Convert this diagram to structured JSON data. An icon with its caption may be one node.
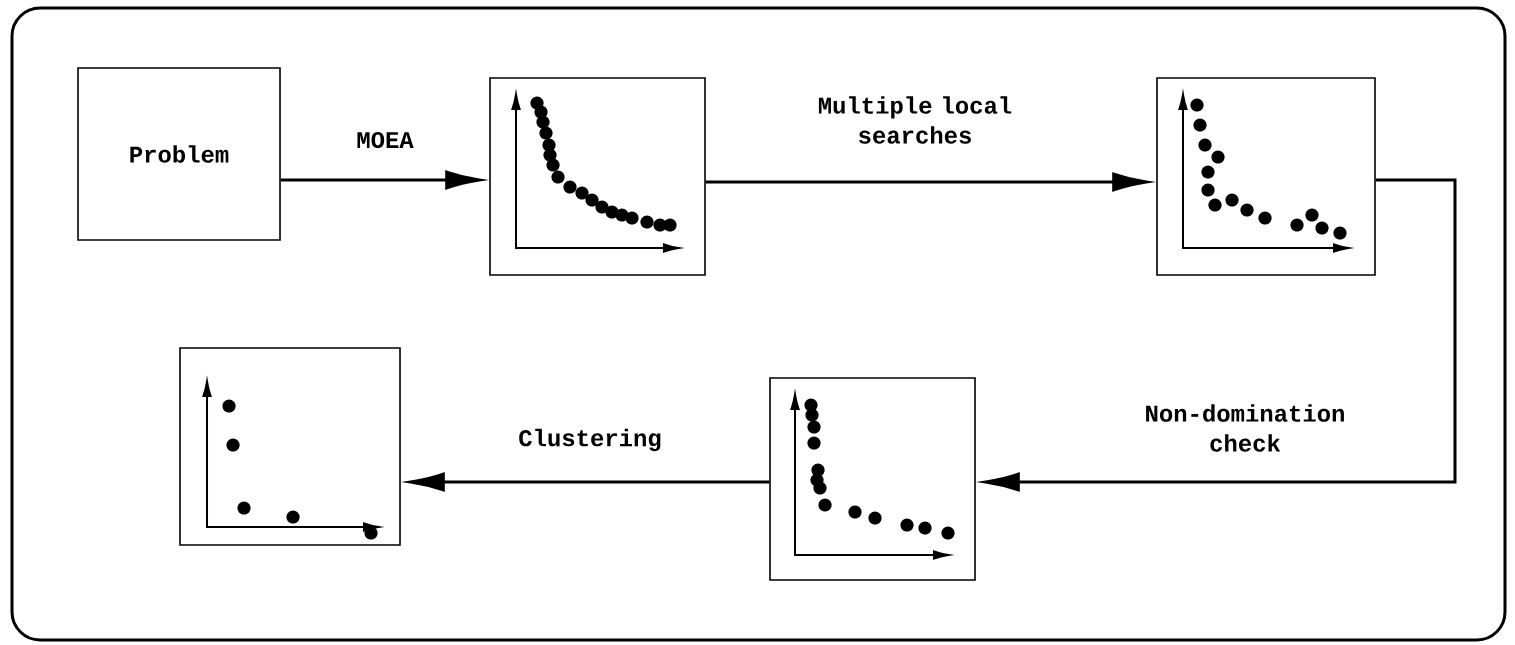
{
  "diagram": {
    "nodes": [
      {
        "text": [
          "Problem"
        ]
      },
      {
        "text": [],
        "shape": "picture"
      },
      {
        "text": [],
        "shape": "picture"
      },
      {
        "text": [],
        "shape": "picture"
      },
      {
        "text": [],
        "shape": "picture"
      }
    ],
    "edges": [
      {
        "from": 0,
        "to": 1,
        "arrow": "to",
        "label": "MOEA"
      },
      {
        "from": 1,
        "to": 2,
        "arrow": "to",
        "label": "Multiple local searches"
      },
      {
        "from": 2,
        "to": 4,
        "arrow": "to",
        "label": "Non-domination check"
      },
      {
        "from": 4,
        "to": 3,
        "arrow": "to",
        "label": "Clustering"
      }
    ]
  }
}
